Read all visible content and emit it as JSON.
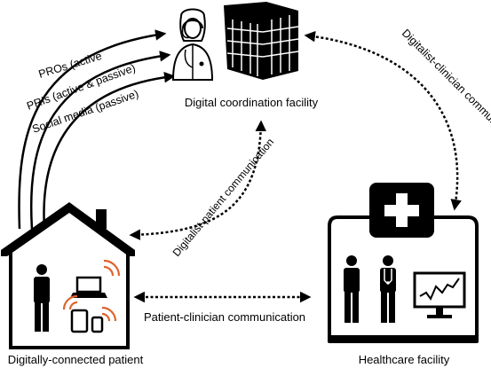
{
  "nodes": {
    "coordination": {
      "label": "Digital coordination facility"
    },
    "patient": {
      "label": "Digitally-connected patient"
    },
    "healthcare": {
      "label": "Healthcare facility"
    }
  },
  "data_streams": [
    {
      "label": "PROs (active"
    },
    {
      "label": "PRIs (active & passive)"
    },
    {
      "label": "Social media (passive)"
    }
  ],
  "edges": {
    "digitalist_clinician": {
      "label": "Digitalist-clinician communication"
    },
    "digitalist_patient": {
      "label": "Digitalist-patient communication"
    },
    "patient_clinician": {
      "label": "Patient-clinician communication"
    }
  },
  "icons": [
    "clinician-avatar-icon",
    "building-icon",
    "house-icon",
    "person-icon",
    "laptop-icon",
    "tablet-icon",
    "phone-icon",
    "wifi-icon",
    "medical-cross-icon",
    "doctor-icon",
    "monitor-chart-icon"
  ],
  "colors": {
    "ink": "#000000",
    "signal": "#e0632c",
    "background": "#ffffff"
  }
}
